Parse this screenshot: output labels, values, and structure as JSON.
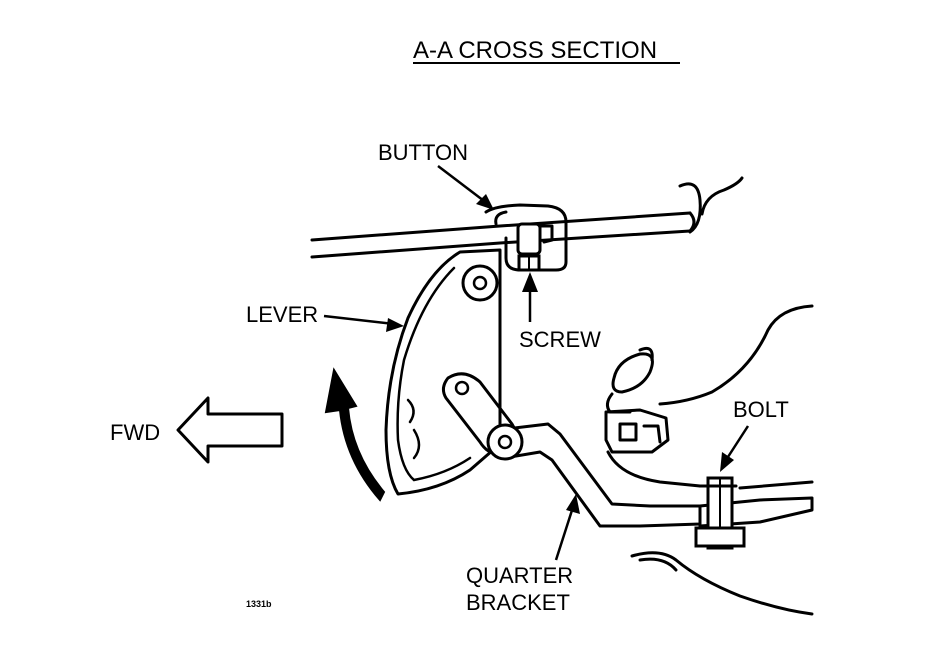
{
  "title": "A-A CROSS SECTION",
  "labels": {
    "button": "BUTTON",
    "lever": "LEVER",
    "screw": "SCREW",
    "bolt": "BOLT",
    "fwd": "FWD",
    "quarter_bracket_line1": "QUARTER",
    "quarter_bracket_line2": "BRACKET"
  },
  "figure_id": "1331b"
}
